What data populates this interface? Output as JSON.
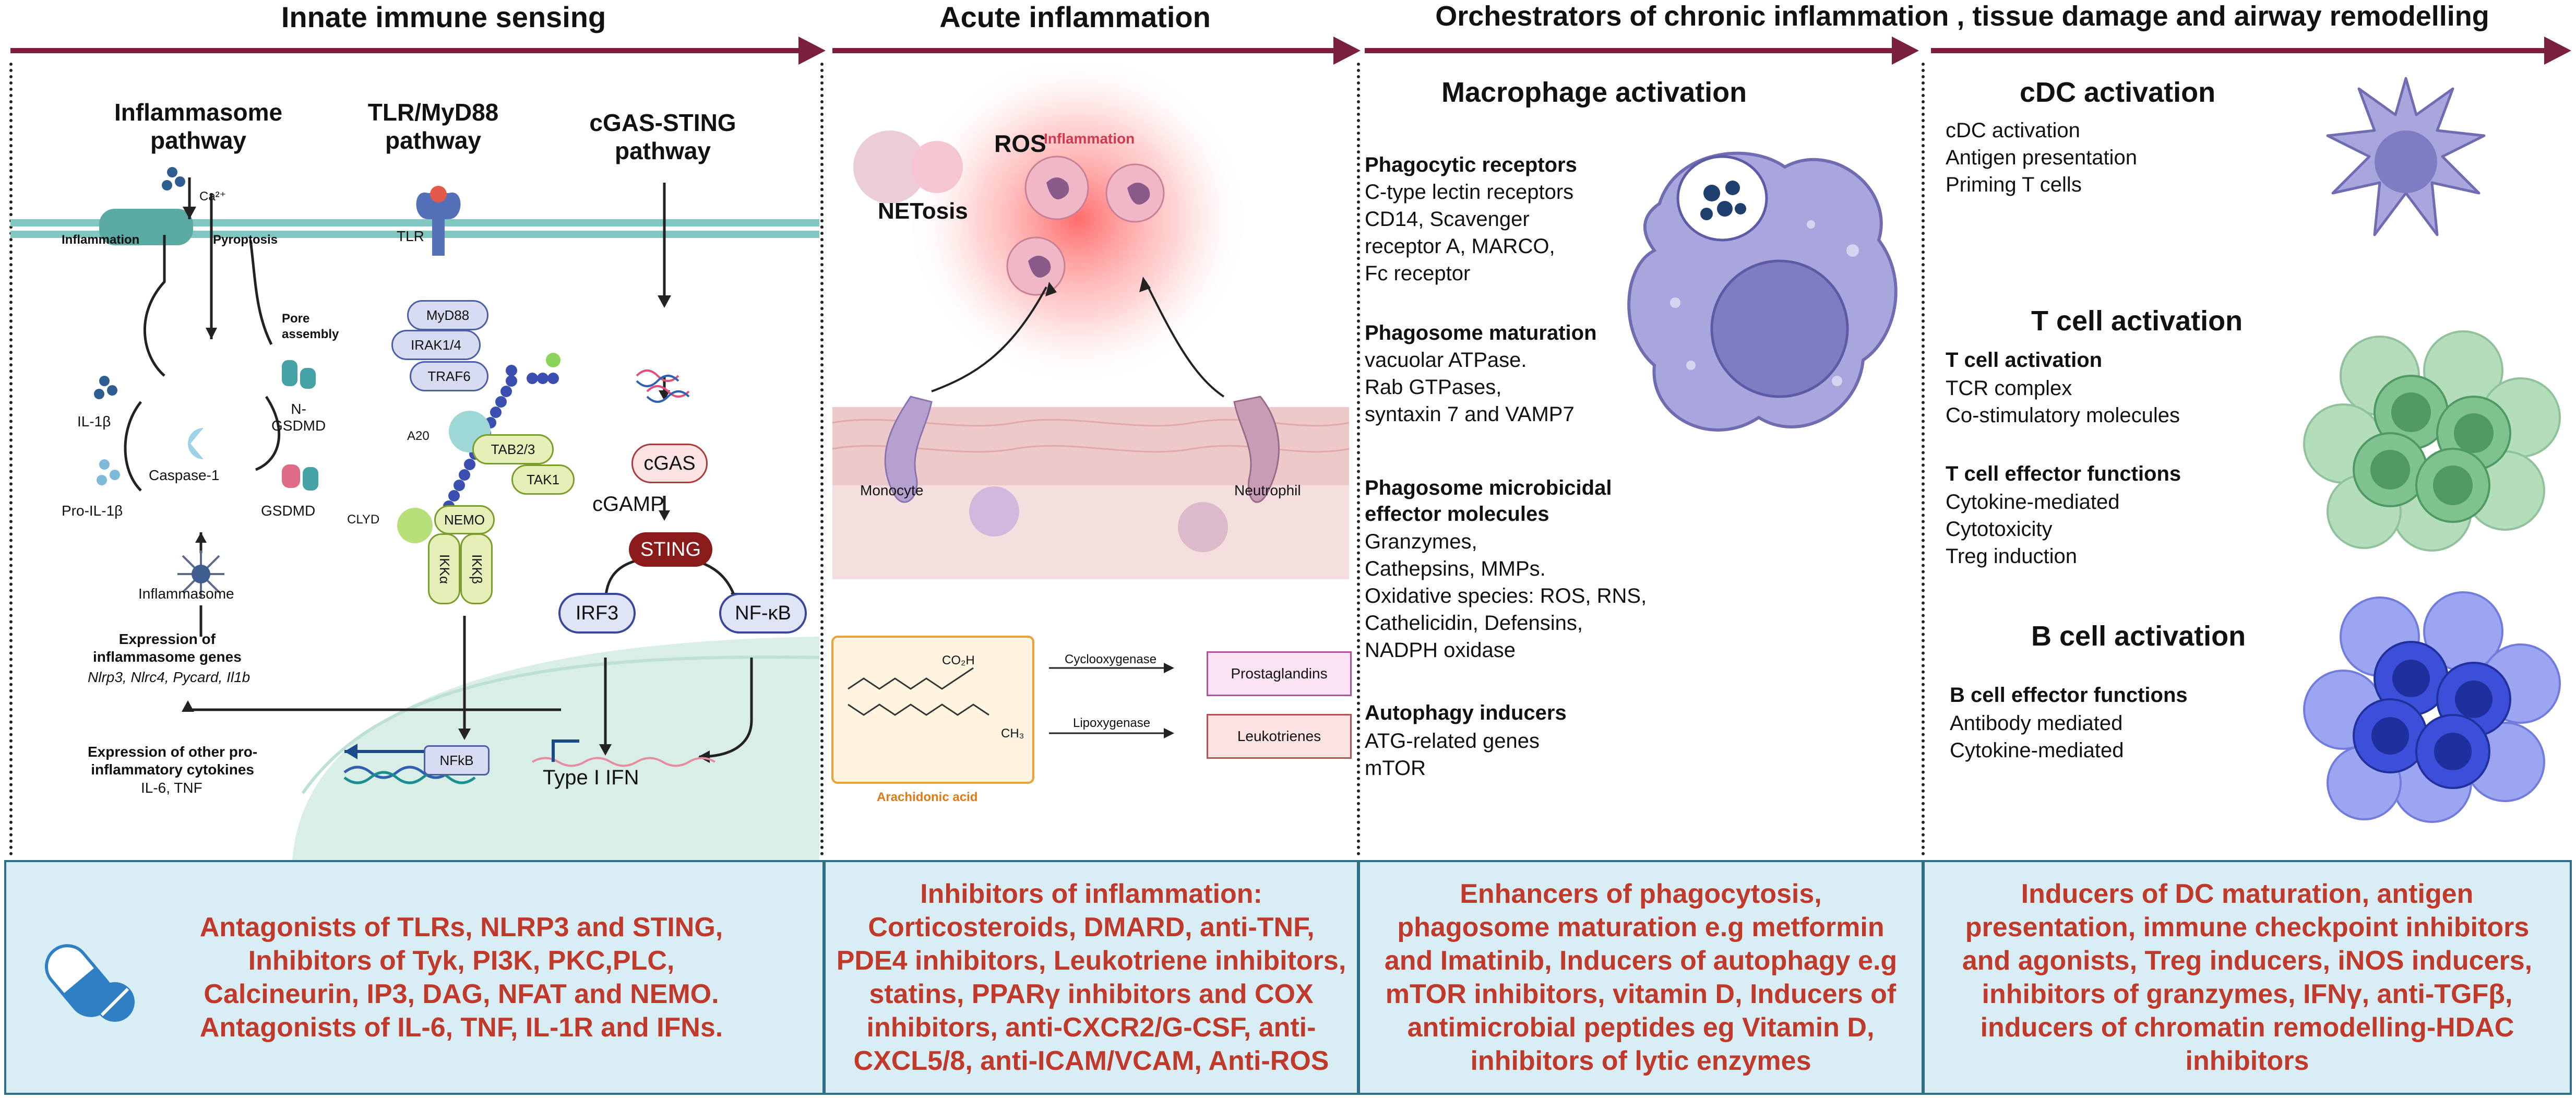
{
  "headers": {
    "innate": "Innate immune sensing",
    "acute": "Acute inflammation",
    "chronic": "Orchestrators of chronic inflammation , tissue damage and airway remodelling"
  },
  "innate": {
    "inflammasome_title": "Inflammasome\npathway",
    "tlr_title": "TLR/MyD88\npathway",
    "cgas_title": "cGAS-STING\npathway",
    "ca": "Ca²⁺",
    "inflammation": "Inflammation",
    "pyroptosis": "Pyroptosis",
    "pore": "Pore\nassembly",
    "il1b": "IL-1β",
    "caspase": "Caspase-1",
    "ngsdmd": "N-\nGSDMD",
    "gsdmd": "GSDMD",
    "proil": "Pro-IL-1β",
    "inflammasome": "Inflammasome",
    "expr_title": "Expression of\ninflammasome genes",
    "expr_genes": "Nlrp3, Nlrc4, Pycard, Il1b",
    "expr_other": "Expression of other pro-\ninflammatory cytokines",
    "cytokines": "IL-6, TNF",
    "tlr": "TLR",
    "myd88": "MyD88",
    "irak": "IRAK1/4",
    "traf6": "TRAF6",
    "a20": "A20",
    "tab": "TAB2/3",
    "tak1": "TAK1",
    "clyd": "CLYD",
    "nemo": "NEMO",
    "ikka": "IKKα",
    "ikkb": "IKKβ",
    "nfkb_small": "NFkB",
    "cgas": "cGAS",
    "cgamp": "cGAMP",
    "sting": "STING",
    "irf3": "IRF3",
    "nfkb": "NF-κB",
    "typei": "Type I IFN"
  },
  "acute": {
    "ros": "ROS",
    "inflammation": "Inflammation",
    "netosis": "NETosis",
    "monocyte": "Monocyte",
    "neutrophil": "Neutrophil",
    "co2h": "CO₂H",
    "ch3": "CH₃",
    "arachidonic": "Arachidonic acid",
    "cyclo": "Cyclooxygenase",
    "lipo": "Lipoxygenase",
    "prostaglandins": "Prostaglandins",
    "leukotrienes": "Leukotrienes"
  },
  "macrophage": {
    "title": "Macrophage activation",
    "phago_title": "Phagocytic receptors",
    "phago_lines": "C-type lectin receptors\nCD14, Scavenger\nreceptor A, MARCO,\nFc receptor",
    "matur_title": "Phagosome maturation",
    "matur_lines": "vacuolar ATPase.\nRab GTPases,\nsyntaxin 7 and VAMP7",
    "micro_title": "Phagosome microbicidal\neffector molecules",
    "micro_lines": "Granzymes,\nCathepsins, MMPs.\nOxidative species: ROS, RNS,\nCathelicidin, Defensins,\nNADPH oxidase",
    "auto_title": "Autophagy inducers",
    "auto_lines": "ATG-related genes\nmTOR"
  },
  "adaptive": {
    "cdc_title": "cDC activation",
    "cdc_lines": "cDC activation\nAntigen presentation\nPriming T cells",
    "t_title": "T cell activation",
    "t_sub1": "T cell activation",
    "t_lines1": "TCR complex\nCo-stimulatory molecules",
    "t_sub2": "T cell effector functions",
    "t_lines2": "Cytokine-mediated\nCytotoxicity\nTreg induction",
    "b_title": "B cell activation",
    "b_sub": "B cell effector functions",
    "b_lines": "Antibody mediated\nCytokine-mediated"
  },
  "therapies": {
    "innate": "Antagonists of TLRs, NLRP3 and STING,\nInhibitors of Tyk, PI3K, PKC,PLC,\nCalcineurin, IP3, DAG, NFAT and NEMO.\nAntagonists of IL-6, TNF, IL-1R and IFNs.",
    "acute": "Inhibitors of inflammation:\nCorticosteroids, DMARD, anti-TNF,\nPDE4 inhibitors, Leukotriene inhibitors,\nstatins, PPARγ inhibitors and COX\ninhibitors, anti-CXCR2/G-CSF, anti-\nCXCL5/8, anti-ICAM/VCAM, Anti-ROS",
    "macrophage": "Enhancers of phagocytosis,\nphagosome maturation e.g metformin\nand Imatinib, Inducers of autophagy e.g\nmTOR inhibitors, vitamin D, Inducers of\nantimicrobial peptides eg Vitamin D,\ninhibitors of lytic enzymes",
    "adaptive": "Inducers of DC maturation, antigen\npresentation,  immune checkpoint inhibitors\nand agonists, Treg inducers, iNOS inducers,\ninhibitors of granzymes, IFNγ, anti-TGFβ,\ninducers of chromatin remodelling-HDAC\ninhibitors"
  },
  "colors": {
    "header_bar": "#7a1f3d",
    "therapy_text": "#c0392b",
    "therapy_bg": "#d8eef4",
    "macrophage": "#a9a6de",
    "tcell": "#7fc28f",
    "bcell": "#3b4fd8",
    "cdc": "#a9a6de"
  },
  "icons": [
    "capsule-pills-icon"
  ]
}
